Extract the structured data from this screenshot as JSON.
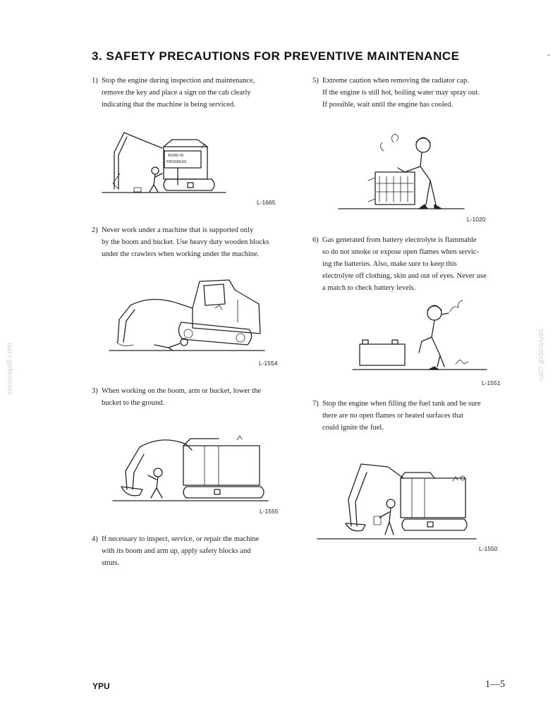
{
  "header": {
    "title": "3.  SAFETY PRECAUTIONS FOR PREVENTIVE MAINTENANCE"
  },
  "items": [
    {
      "num": "1)",
      "lines": [
        "Stop the engine during inspection and maintenance,",
        "remove the key and place a sign on the cab clearly",
        "indicating that the machine is being serviced."
      ]
    },
    {
      "num": "2)",
      "lines": [
        "Never work under a machine that is supported only",
        "by the boom and bucket. Use heavy duty wooden blocks",
        "under the crawlers when working under the machine."
      ]
    },
    {
      "num": "3)",
      "lines": [
        "When working on the boom, arm or bucket, lower the",
        "bucket to the ground."
      ]
    },
    {
      "num": "4)",
      "lines": [
        "If necessary to inspect, service, or repair the machine",
        "with its boom and arm up, apply safety blocks and",
        "struts."
      ]
    },
    {
      "num": "5)",
      "lines": [
        "Extreme caution when removing the radiator cap.",
        "If the engine is still hot, boiling water may spray out.",
        "If possible, wait until the engine has cooled."
      ]
    },
    {
      "num": "6)",
      "lines": [
        "Gas generated from battery electrolyte is flammable",
        "so do not smoke or expose open flames when servic-",
        "ing the batteries.  Also, make sure to keep this",
        "electrolyte off clothing, skin and out of eyes. Never use",
        "a match to check battery levels."
      ]
    },
    {
      "num": "7)",
      "lines": [
        "Stop the engine when filling the fuel tank and be sure",
        "there are no open flames or heated surfaces that",
        "could ignite the fuel."
      ]
    }
  ],
  "figures": {
    "fig1_label": "L-1665",
    "fig1_sign": [
      "WORK IN",
      "PROGRESS"
    ],
    "fig2_label": "L-1554",
    "fig3_label": "L-1555",
    "fig5_label": "L-1020",
    "fig6_label": "L-1551",
    "fig7_label": "L-1550"
  },
  "footer": {
    "left": "YPU",
    "right": "1—5"
  },
  "watermark": "servicepdf.com"
}
